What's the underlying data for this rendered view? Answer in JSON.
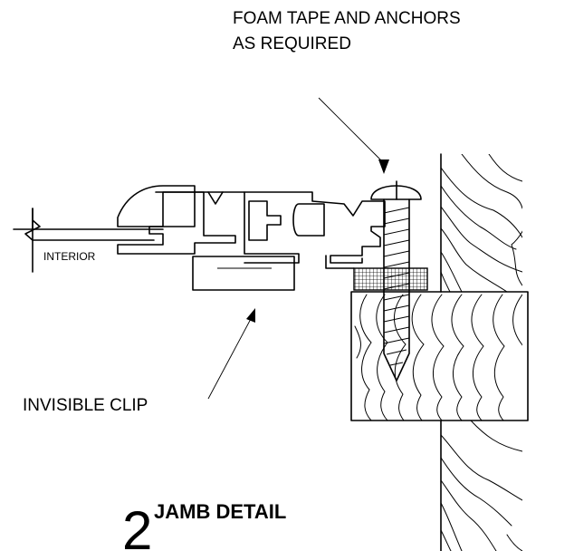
{
  "labels": {
    "foam_line1": "FOAM TAPE AND ANCHORS",
    "foam_line2": "AS REQUIRED",
    "interior": "INTERIOR",
    "clip": "INVISIBLE CLIP"
  },
  "detail": {
    "number": "2",
    "title": "JAMB DETAIL"
  },
  "colors": {
    "line": "#000000",
    "background": "#ffffff"
  }
}
